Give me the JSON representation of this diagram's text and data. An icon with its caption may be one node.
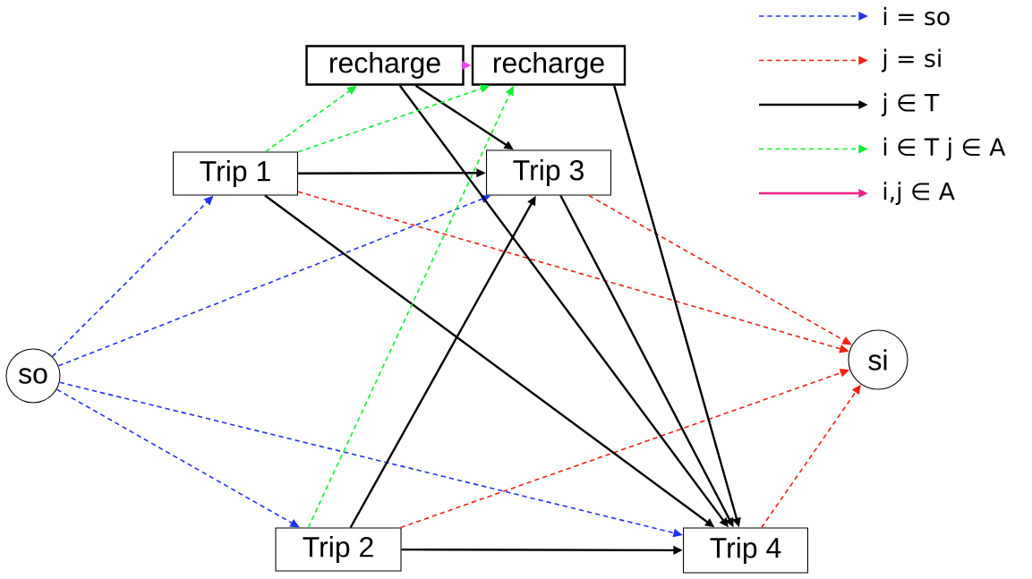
{
  "diagram": {
    "nodes": [
      {
        "text": [
          "so"
        ]
      },
      {
        "text": [
          "Trip 1"
        ]
      },
      {
        "text": [
          "recharge"
        ]
      },
      {
        "text": [
          "recharge"
        ]
      },
      {
        "text": [
          "Trip 3"
        ]
      },
      {
        "text": [
          "Trip 2"
        ]
      },
      {
        "text": [
          "Trip 4"
        ]
      },
      {
        "text": [
          "si"
        ]
      }
    ],
    "edges": [
      {
        "from": 0,
        "to": 1,
        "arrow": "to",
        "style": "dashed",
        "color": "#2233ee"
      },
      {
        "from": 0,
        "to": 4,
        "arrow": "to",
        "style": "dashed",
        "color": "#2233ee"
      },
      {
        "from": 0,
        "to": 5,
        "arrow": "to",
        "style": "dashed",
        "color": "#2233ee"
      },
      {
        "from": 0,
        "to": 6,
        "arrow": "to",
        "style": "dashed",
        "color": "#2233ee"
      },
      {
        "from": 1,
        "to": 7,
        "arrow": "to",
        "style": "dashed",
        "color": "#ee2211"
      },
      {
        "from": 4,
        "to": 7,
        "arrow": "to",
        "style": "dashed",
        "color": "#ee2211"
      },
      {
        "from": 5,
        "to": 7,
        "arrow": "to",
        "style": "dashed",
        "color": "#ee2211"
      },
      {
        "from": 6,
        "to": 7,
        "arrow": "to",
        "style": "dashed",
        "color": "#ee2211"
      },
      {
        "from": 1,
        "to": 4,
        "arrow": "to"
      },
      {
        "from": 1,
        "to": 6,
        "arrow": "to"
      },
      {
        "from": 5,
        "to": 4,
        "arrow": "to"
      },
      {
        "from": 5,
        "to": 6,
        "arrow": "to"
      },
      {
        "from": 4,
        "to": 6,
        "arrow": "to"
      },
      {
        "from": 2,
        "to": 4,
        "arrow": "to"
      },
      {
        "from": 2,
        "to": 6,
        "arrow": "to"
      },
      {
        "from": 3,
        "to": 6,
        "arrow": "to"
      },
      {
        "from": 1,
        "to": 2,
        "arrow": "to",
        "style": "dashed",
        "color": "#11ee33"
      },
      {
        "from": 1,
        "to": 3,
        "arrow": "to",
        "style": "dashed",
        "color": "#11ee33"
      },
      {
        "from": 5,
        "to": 3,
        "arrow": "to",
        "style": "dashed",
        "color": "#11ee33"
      },
      {
        "from": 2,
        "to": 3,
        "arrow": "to",
        "color": "#ee44ee"
      }
    ],
    "legend": [
      {
        "text": "i = so"
      },
      {
        "text": "j = si"
      },
      {
        "text": "j ∈ T"
      },
      {
        "text": "i ∈ T  j ∈ A"
      },
      {
        "text": "i,j ∈ A"
      }
    ]
  }
}
